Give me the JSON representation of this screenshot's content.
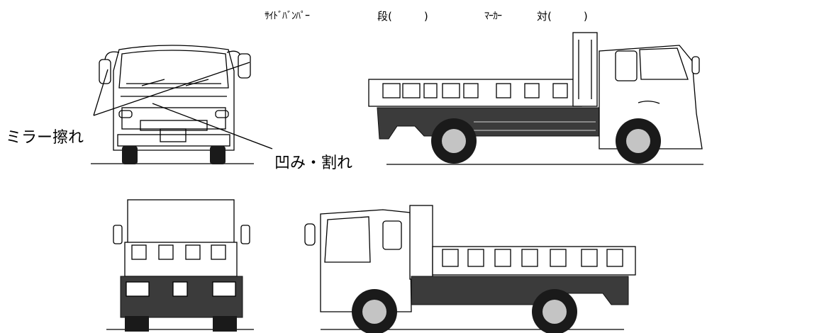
{
  "header": {
    "side_bumper": "ｻｲﾄﾞﾊﾞﾝﾊﾟｰ",
    "step": "段(　　　)",
    "marker": "ﾏｰｶｰ",
    "pair": "対(　　　)"
  },
  "callouts": {
    "mirror_scratch": "ミラー擦れ",
    "dent_crack": "凹み・割れ"
  },
  "colors": {
    "line": "#000000",
    "chassis": "#3b3b3b",
    "hub": "#c4c4c4"
  }
}
